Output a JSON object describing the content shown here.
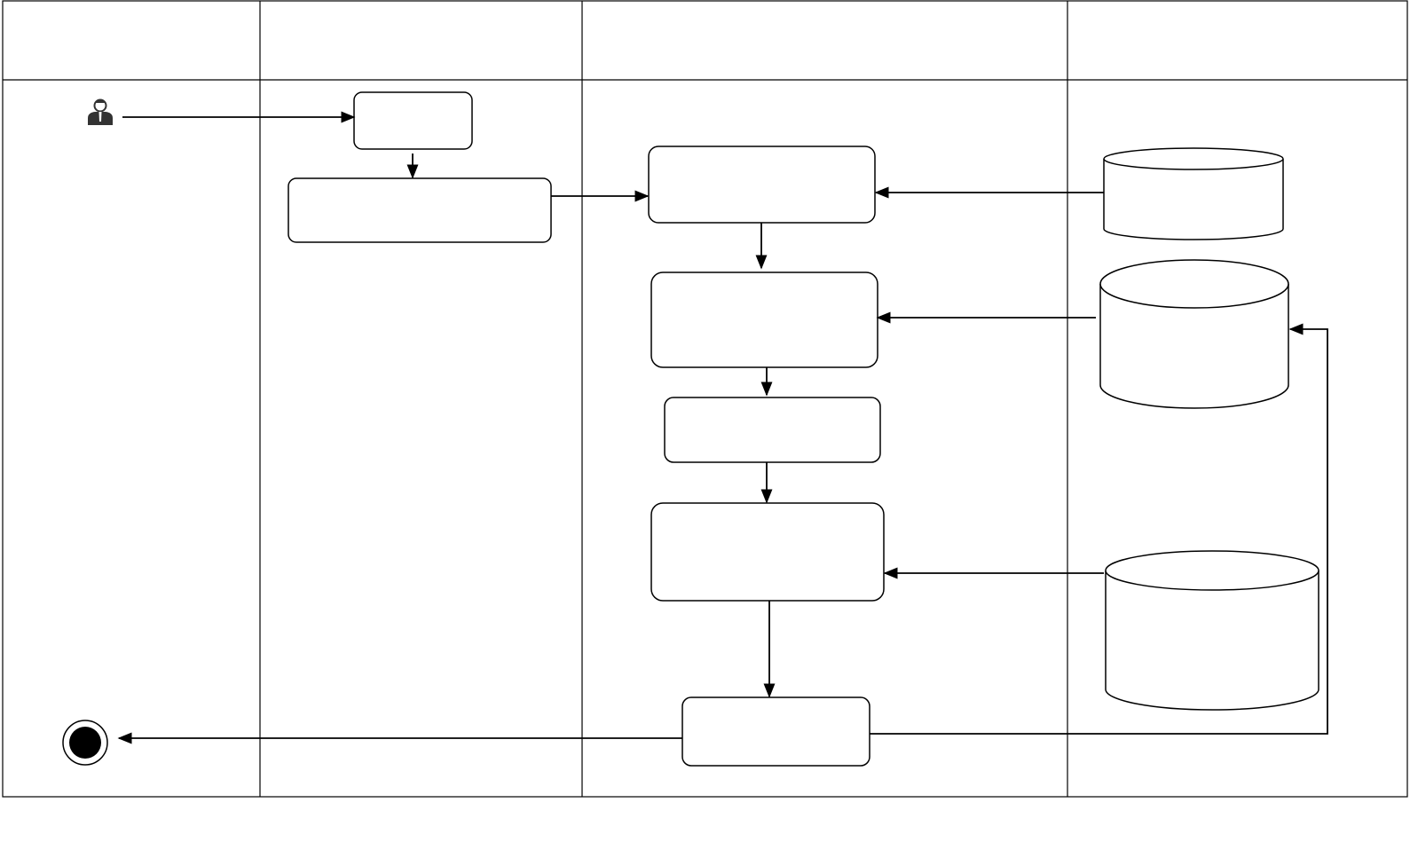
{
  "colors": {
    "stroke": "#000000",
    "background": "#ffffff",
    "terminal_fill": "#000000"
  },
  "lanes": [
    {
      "id": "lane-1",
      "label": ""
    },
    {
      "id": "lane-2",
      "label": ""
    },
    {
      "id": "lane-3",
      "label": ""
    },
    {
      "id": "lane-4",
      "label": ""
    }
  ],
  "nodes": {
    "start_actor": {
      "icon": "user-icon",
      "label": ""
    },
    "step_1": {
      "label": ""
    },
    "step_2": {
      "label": ""
    },
    "step_3": {
      "label": ""
    },
    "step_4": {
      "label": ""
    },
    "step_5": {
      "label": ""
    },
    "step_6": {
      "label": ""
    },
    "step_7": {
      "label": ""
    },
    "db_1": {
      "icon": "database-icon",
      "label": ""
    },
    "db_2": {
      "icon": "database-icon",
      "label": ""
    },
    "db_3": {
      "icon": "database-icon",
      "label": ""
    },
    "end_node": {
      "icon": "final-state-icon",
      "label": ""
    }
  }
}
